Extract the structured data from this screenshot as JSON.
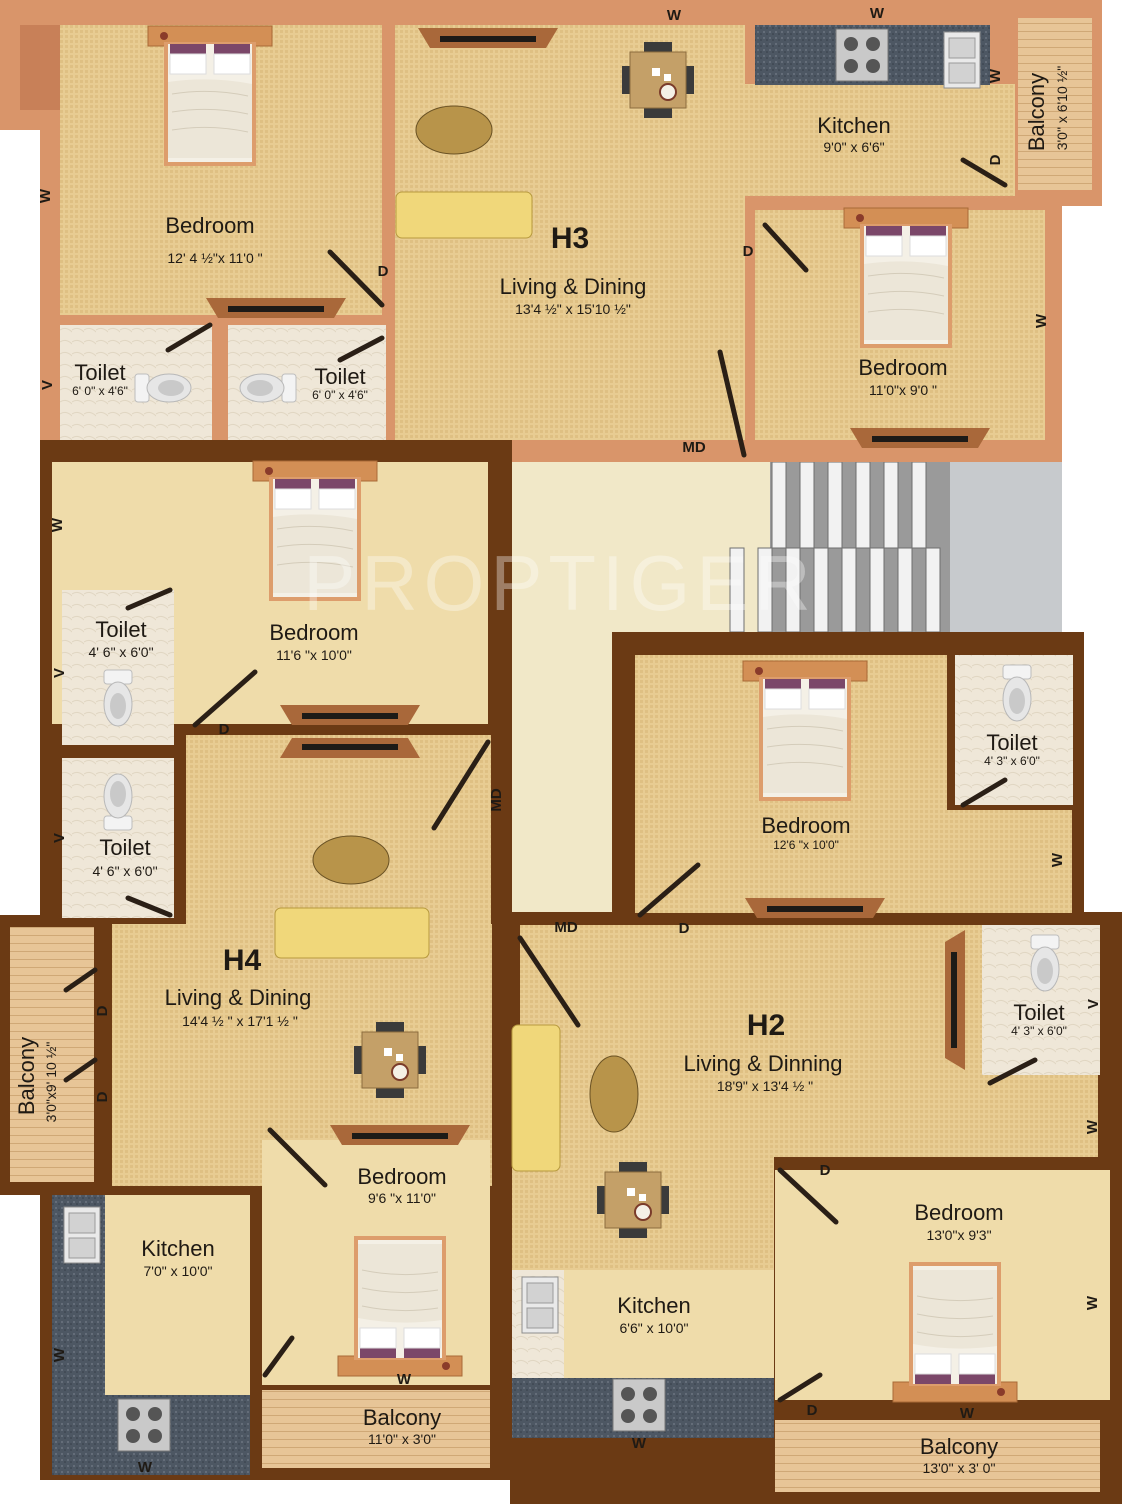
{
  "watermark": "PROPTIGER",
  "units": {
    "h3": {
      "unit": "H3",
      "living_name": "Living & Dining",
      "living_dim": "13'4 ½\" x 15'10 ½\"",
      "bed1_name": "Bedroom",
      "bed1_dim": "12' 4 ½\"x 11'0 \"",
      "bed2_name": "Bedroom",
      "bed2_dim": "11'0\"x 9'0 \"",
      "kitchen_name": "Kitchen",
      "kitchen_dim": "9'0\" x 6'6\"",
      "balcony_name": "Balcony",
      "balcony_dim": "3'0\" x 6'10 ½\"",
      "toilet1_name": "Toilet",
      "toilet1_dim": "6' 0\" x 4'6\"",
      "toilet2_name": "Toilet",
      "toilet2_dim": "6' 0\" x 4'6\""
    },
    "h4": {
      "unit": "H4",
      "living_name": "Living & Dining",
      "living_dim": "14'4 ½ \" x 17'1 ½ \"",
      "bed1_name": "Bedroom",
      "bed1_dim": "11'6 \"x 10'0\"",
      "bed2_name": "Bedroom",
      "bed2_dim": "9'6 \"x 11'0\"",
      "kitchen_name": "Kitchen",
      "kitchen_dim": "7'0\" x 10'0\"",
      "balcony1_name": "Balcony",
      "balcony1_dim": "3'0\"x9' 10 ½\"",
      "balcony2_name": "Balcony",
      "balcony2_dim": "11'0\" x 3'0\"",
      "toilet1_name": "Toilet",
      "toilet1_dim": "4' 6\" x 6'0\"",
      "toilet2_name": "Toilet",
      "toilet2_dim": "4' 6\" x 6'0\""
    },
    "h2": {
      "unit": "H2",
      "living_name": "Living & Dinning",
      "living_dim": "18'9\" x 13'4 ½ \"",
      "bed1_name": "Bedroom",
      "bed1_dim": "12'6 \"x 10'0\"",
      "bed2_name": "Bedroom",
      "bed2_dim": "13'0\"x 9'3\"",
      "kitchen_name": "Kitchen",
      "kitchen_dim": "6'6\" x 10'0\"",
      "balcony_name": "Balcony",
      "balcony_dim": "13'0\" x 3' 0\"",
      "toilet1_name": "Toilet",
      "toilet1_dim": "4' 3\" x 6'0\"",
      "toilet2_name": "Toilet",
      "toilet2_dim": "4' 3\" x 6'0\""
    }
  },
  "markers": {
    "window": "W",
    "door": "D",
    "main_door": "MD",
    "ventilator": "V"
  },
  "colors": {
    "floor_tile": "#e6c98e",
    "floor_plain": "#efdcaa",
    "wall_h3": "#d9956a",
    "wall_other": "#6b3a14",
    "counter": "#4a5560",
    "lobby": "#f1e8c8"
  }
}
